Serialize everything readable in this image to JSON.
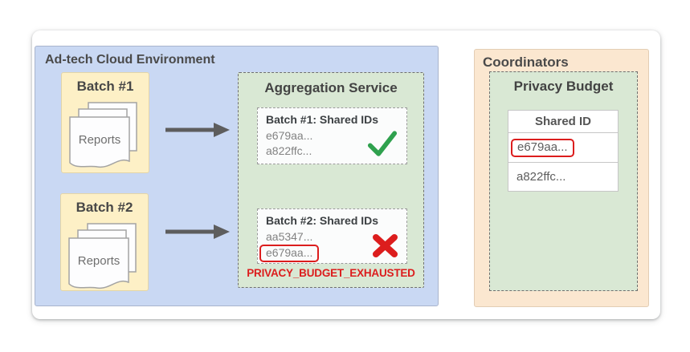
{
  "diagram": {
    "env": {
      "title": "Ad-tech Cloud Environment",
      "batch1": {
        "label": "Batch #1",
        "doc_label": "Reports"
      },
      "batch2": {
        "label": "Batch #2",
        "doc_label": "Reports"
      },
      "aggregation": {
        "title": "Aggregation Service",
        "result1": {
          "title": "Batch #1: Shared IDs",
          "id1": "e679aa...",
          "id2": "a822ffc...",
          "status": "success"
        },
        "result2": {
          "title": "Batch #2: Shared IDs",
          "id1": "aa5347...",
          "id2": "e679aa...",
          "status": "error"
        },
        "error_label": "PRIVACY_BUDGET_EXHAUSTED"
      }
    },
    "coordinators": {
      "title": "Coordinators",
      "privacy_budget": {
        "title": "Privacy Budget",
        "table": {
          "header": "Shared ID",
          "row1": "e679aa...",
          "row2": "a822ffc...",
          "highlighted_row": "e679aa..."
        }
      }
    }
  },
  "palette": {
    "env_fill": "#c9d8f3",
    "env_border": "#a9b4cc",
    "batch_fill": "#fdf0c6",
    "batch_border": "#e3d5a8",
    "service_fill": "#d9e8d4",
    "service_border": "#6f6f6f",
    "result_fill": "#fbfcfc",
    "coordinators_fill": "#fbe7d0",
    "coordinators_border": "#e3cdb4",
    "success_green": "#2fa14e",
    "error_red": "#dc1d1d",
    "arrow_gray": "#5d5d5d"
  }
}
